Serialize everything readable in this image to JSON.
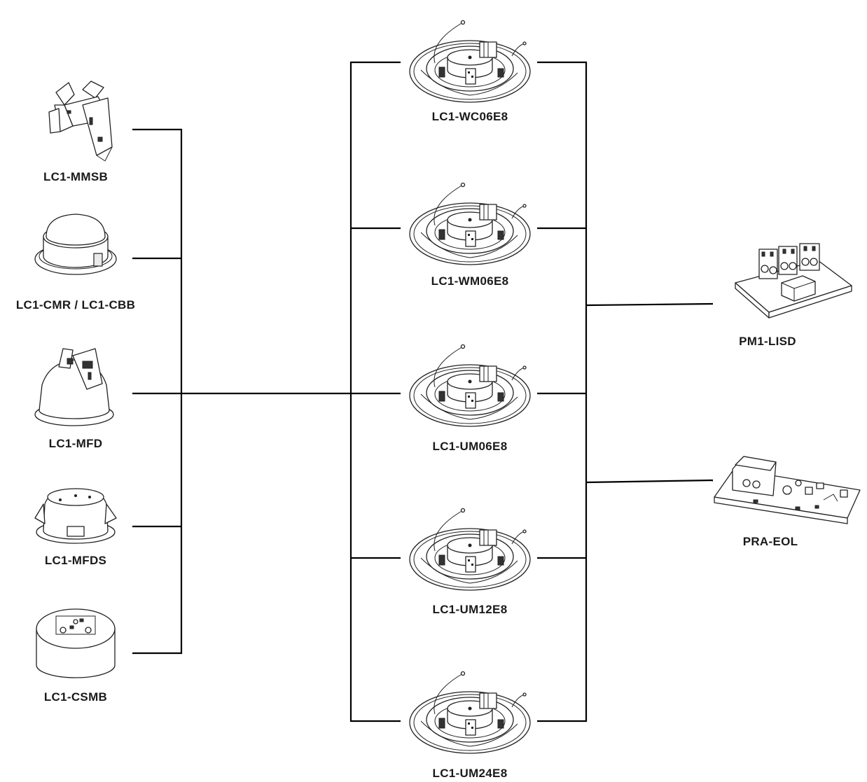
{
  "accessories": [
    {
      "id": "mmsb",
      "label": "LC1-MMSB",
      "icon": "mounting-bracket-icon"
    },
    {
      "id": "cmr",
      "label": "LC1-CMR / LC1-CBB",
      "icon": "back-box-icon"
    },
    {
      "id": "mfd",
      "label": "LC1-MFD",
      "icon": "fire-dome-icon"
    },
    {
      "id": "mfds",
      "label": "LC1-MFDS",
      "icon": "fire-dome-small-icon"
    },
    {
      "id": "csmb",
      "label": "LC1-CSMB",
      "icon": "surface-mount-box-icon"
    }
  ],
  "loudspeakers": [
    {
      "id": "wc06e8",
      "label": "LC1-WC06E8",
      "icon": "ceiling-loudspeaker-icon"
    },
    {
      "id": "wm06e8",
      "label": "LC1-WM06E8",
      "icon": "ceiling-loudspeaker-icon"
    },
    {
      "id": "um06e8",
      "label": "LC1-UM06E8",
      "icon": "ceiling-loudspeaker-icon"
    },
    {
      "id": "um12e8",
      "label": "LC1-UM12E8",
      "icon": "ceiling-loudspeaker-icon"
    },
    {
      "id": "um24e8",
      "label": "LC1-UM24E8",
      "icon": "ceiling-loudspeaker-icon"
    }
  ],
  "modules": [
    {
      "id": "pm1lisd",
      "label": "PM1-LISD",
      "icon": "line-isolator-board-icon"
    },
    {
      "id": "praeol",
      "label": "PRA-EOL",
      "icon": "end-of-line-board-icon"
    }
  ]
}
